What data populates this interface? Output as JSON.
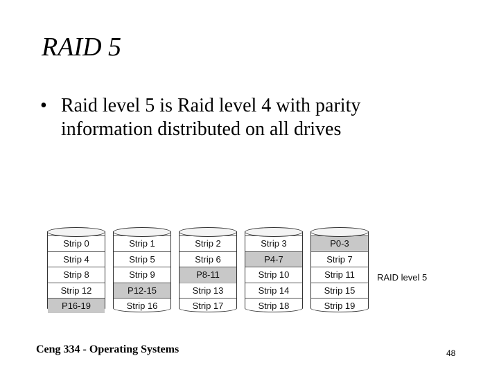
{
  "slide": {
    "title": "RAID 5",
    "bullets": [
      "Raid level 5 is Raid level 4 with parity information distributed on all drives"
    ],
    "footer": "Ceng 334 - Operating Systems",
    "page_number": "48"
  },
  "diagram": {
    "label": "RAID level 5",
    "parity_color": "#c8c8c8",
    "drives": [
      {
        "strips": [
          {
            "label": "Strip 0",
            "parity": false
          },
          {
            "label": "Strip 4",
            "parity": false
          },
          {
            "label": "Strip 8",
            "parity": false
          },
          {
            "label": "Strip 12",
            "parity": false
          },
          {
            "label": "P16-19",
            "parity": true
          }
        ]
      },
      {
        "strips": [
          {
            "label": "Strip 1",
            "parity": false
          },
          {
            "label": "Strip 5",
            "parity": false
          },
          {
            "label": "Strip 9",
            "parity": false
          },
          {
            "label": "P12-15",
            "parity": true
          },
          {
            "label": "Strip 16",
            "parity": false
          }
        ]
      },
      {
        "strips": [
          {
            "label": "Strip 2",
            "parity": false
          },
          {
            "label": "Strip 6",
            "parity": false
          },
          {
            "label": "P8-11",
            "parity": true
          },
          {
            "label": "Strip 13",
            "parity": false
          },
          {
            "label": "Strip 17",
            "parity": false
          }
        ]
      },
      {
        "strips": [
          {
            "label": "Strip 3",
            "parity": false
          },
          {
            "label": "P4-7",
            "parity": true
          },
          {
            "label": "Strip 10",
            "parity": false
          },
          {
            "label": "Strip 14",
            "parity": false
          },
          {
            "label": "Strip 18",
            "parity": false
          }
        ]
      },
      {
        "strips": [
          {
            "label": "P0-3",
            "parity": true
          },
          {
            "label": "Strip 7",
            "parity": false
          },
          {
            "label": "Strip 11",
            "parity": false
          },
          {
            "label": "Strip 15",
            "parity": false
          },
          {
            "label": "Strip 19",
            "parity": false
          }
        ]
      }
    ]
  }
}
